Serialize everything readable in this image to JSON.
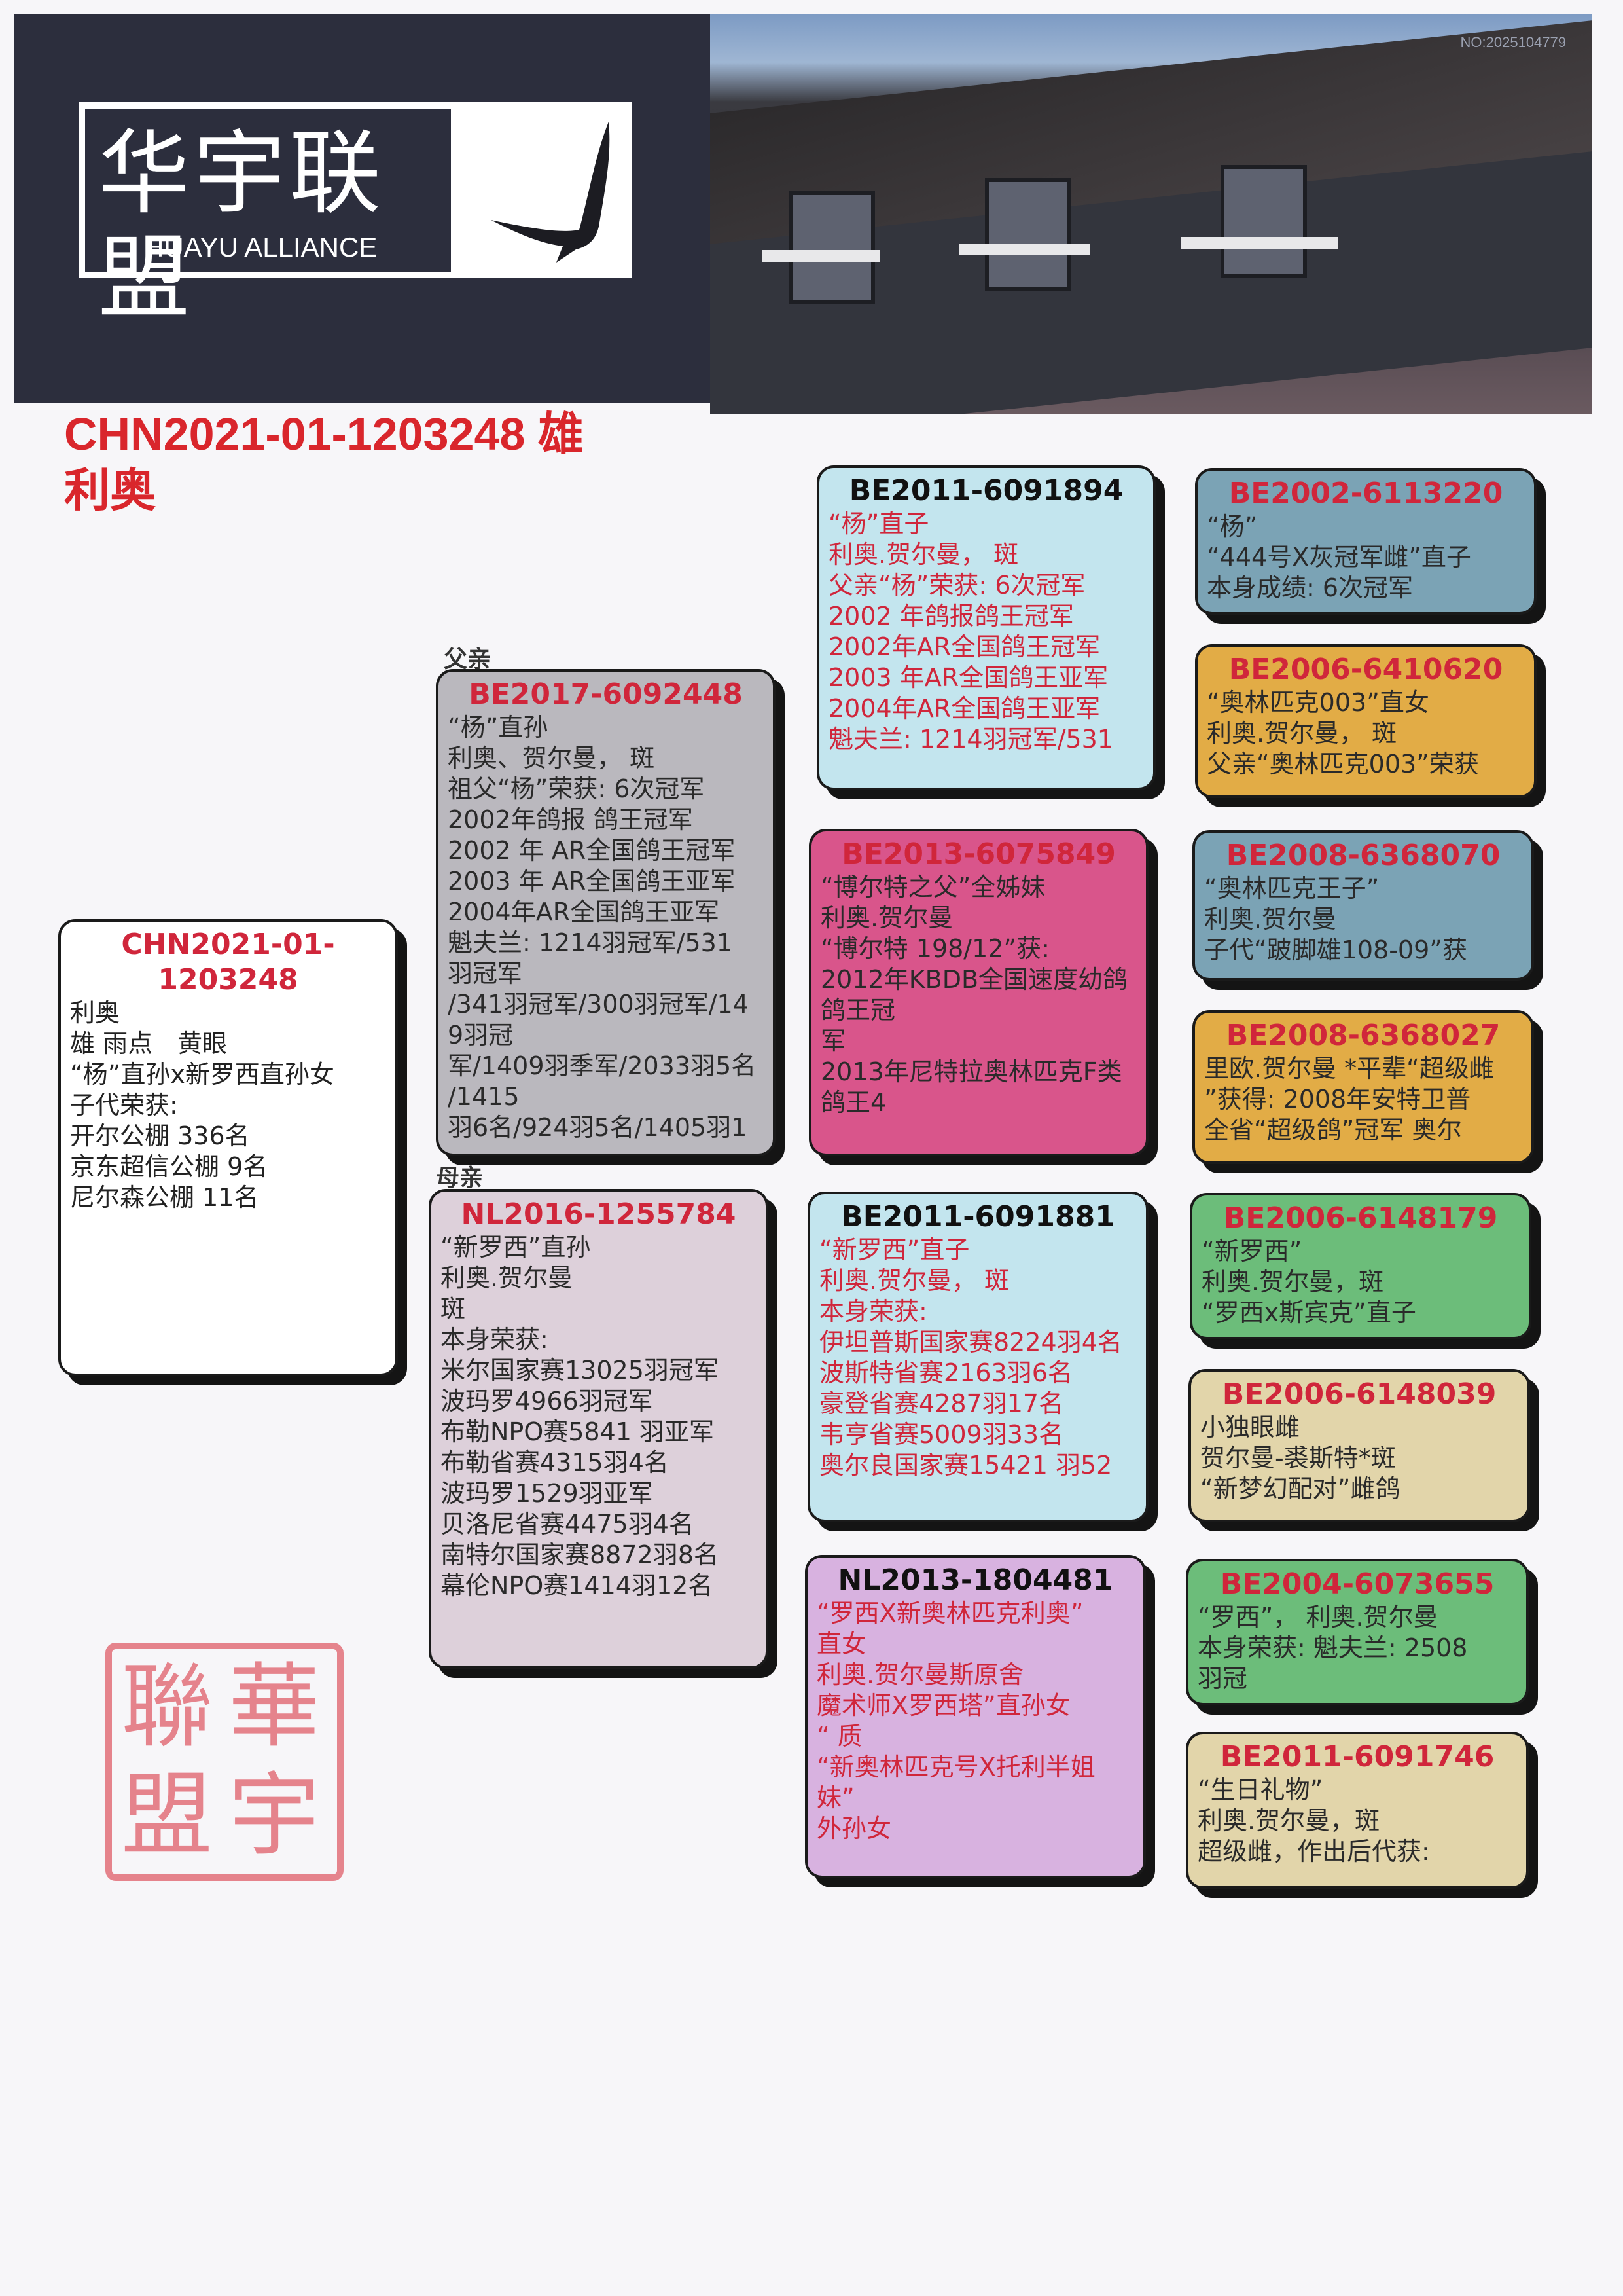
{
  "header": {
    "logo_cn": "华宇联盟",
    "logo_en": "HUAYU ALLIANCE",
    "photo_no": "NO:2025104779"
  },
  "title": {
    "line1": "CHN2021-01-1203248 雄",
    "line2": "利奥"
  },
  "labels": {
    "father": "父亲",
    "mother": "母亲"
  },
  "stamp": {
    "text": "華宇聯盟"
  },
  "cards": {
    "subject": {
      "id": "CHN2021-01-1203248",
      "id_color": "#d0263b",
      "bg": "#ffffff",
      "text_color": "#222222",
      "lines": [
        "利奥",
        " 雄 雨点　黄眼",
        " “杨”直孙x新罗西直孙女",
        "子代荣获:",
        "开尔公棚 336名",
        "京东超信公棚 9名",
        "尼尔森公棚 11名"
      ]
    },
    "father": {
      "id": "BE2017-6092448",
      "id_color": "#d0263b",
      "bg": "#bab8be",
      "text_color": "#2a2a2a",
      "lines": [
        " “杨”直孙",
        "利奥、贺尔曼，  斑",
        "祖父“杨”荣获: 6次冠军",
        "2002年鸽报 鸽王冠军",
        "2002 年 AR全国鸽王冠军",
        "2003 年 AR全国鸽王亚军",
        "2004年AR全国鸽王亚军",
        "魁夫兰: 1214羽冠军/531",
        "羽冠军",
        "/341羽冠军/300羽冠军/14",
        "9羽冠",
        "军/1409羽季军/2033羽5名",
        "/1415",
        "羽6名/924羽5名/1405羽1"
      ]
    },
    "mother": {
      "id": "NL2016-1255784",
      "id_color": "#d0263b",
      "bg": "#ddd0da",
      "text_color": "#2a2a2a",
      "lines": [
        " “新罗西”直孙",
        "利奥.贺尔曼",
        "斑",
        "本身荣获:",
        "米尔国家赛13025羽冠军",
        "波玛罗4966羽冠军",
        "布勒NPO赛5841 羽亚军",
        "布勒省赛4315羽4名",
        "波玛罗1529羽亚军",
        "贝洛尼省赛4475羽4名",
        "南特尔国家赛8872羽8名",
        "幕伦NPO赛1414羽12名"
      ]
    },
    "ff": {
      "id": "BE2011-6091894",
      "id_color": "#111111",
      "bg": "#c3e5ee",
      "text_color": "#d0263b",
      "lines": [
        " “杨”直子",
        "利奥.贺尔曼，  斑",
        "父亲“杨”荣获: 6次冠军",
        "2002 年鸽报鸽王冠军",
        "2002年AR全国鸽王冠军",
        "2003 年AR全国鸽王亚军",
        "2004年AR全国鸽王亚军",
        "魁夫兰:  1214羽冠军/531"
      ]
    },
    "fm": {
      "id": "BE2013-6075849",
      "id_color": "#d0263b",
      "bg": "#d9558b",
      "text_color": "#2a2a2a",
      "lines": [
        " “博尔特之父”全姊妹",
        "利奥.贺尔曼",
        " “博尔特 198/12”获:",
        "2012年KBDB全国速度幼鸽",
        "鸽王冠",
        "军",
        "2013年尼特拉奥林匹克F类",
        "鸽王4"
      ]
    },
    "mf": {
      "id": "BE2011-6091881",
      "id_color": "#111111",
      "bg": "#c3e5ee",
      "text_color": "#d0263b",
      "lines": [
        " “新罗西”直子",
        "利奥.贺尔曼，  斑",
        "本身荣获:",
        "伊坦普斯国家赛8224羽4名",
        "波斯特省赛2163羽6名",
        "豪登省赛4287羽17名",
        "韦亨省赛5009羽33名",
        "奥尔良国家赛15421 羽52"
      ]
    },
    "mm": {
      "id": "NL2013-1804481",
      "id_color": "#111111",
      "bg": "#d8b2e0",
      "text_color": "#d0263b",
      "lines": [
        " “罗西X新奥林匹克利奥”",
        "直女",
        "利奥.贺尔曼斯原舍",
        "魔术师X罗西塔”直孙女",
        " “ 质",
        " “新奥林匹克号X托利半姐",
        "妹”",
        "外孙女"
      ]
    },
    "fff": {
      "id": "BE2002-6113220",
      "id_color": "#d0263b",
      "bg": "#7ba3b5",
      "text_color": "#2a2a2a",
      "lines": [
        " “杨”",
        " “444号X灰冠军雌”直子",
        "本身成绩:  6次冠军"
      ]
    },
    "ffm": {
      "id": "BE2006-6410620",
      "id_color": "#d0263b",
      "bg": "#e2ac46",
      "text_color": "#2a2a2a",
      "lines": [
        " “奥林匹克003”直女",
        "利奥.贺尔曼，  斑",
        "父亲“奥林匹克003”荣获"
      ]
    },
    "fmf": {
      "id": "BE2008-6368070",
      "id_color": "#d0263b",
      "bg": "#7ba3b5",
      "text_color": "#2a2a2a",
      "lines": [
        " “奥林匹克王子”",
        "利奥.贺尔曼",
        "子代“跛脚雄108-09”获"
      ]
    },
    "fmm": {
      "id": "BE2008-6368027",
      "id_color": "#d0263b",
      "bg": "#e2ac46",
      "text_color": "#2a2a2a",
      "lines": [
        "里欧.贺尔曼 *平辈“超级雌",
        "”获得:  2008年安特卫普",
        "全省“超级鸽”冠军 奥尔"
      ]
    },
    "mff": {
      "id": "BE2006-6148179",
      "id_color": "#d0263b",
      "bg": "#6cbd7a",
      "text_color": "#2a2a2a",
      "lines": [
        " “新罗西”",
        "利奥.贺尔曼，斑",
        " “罗西x斯宾克”直子"
      ]
    },
    "mfm": {
      "id": "BE2006-6148039",
      "id_color": "#d0263b",
      "bg": "#e2d5aa",
      "text_color": "#2a2a2a",
      "lines": [
        "小独眼雌",
        "贺尔曼-裘斯特*斑",
        " “新梦幻配对”雌鸽"
      ]
    },
    "mmf": {
      "id": "BE2004-6073655",
      "id_color": "#d0263b",
      "bg": "#6cbd7a",
      "text_color": "#2a2a2a",
      "lines": [
        " “罗西”，  利奥.贺尔曼",
        "本身荣获: 魁夫兰:  2508",
        "羽冠"
      ]
    },
    "mmm": {
      "id": "BE2011-6091746",
      "id_color": "#d0263b",
      "bg": "#e2d5aa",
      "text_color": "#2a2a2a",
      "lines": [
        " “生日礼物”",
        "利奥.贺尔曼，斑",
        "超级雌，作出后代获:"
      ]
    }
  }
}
